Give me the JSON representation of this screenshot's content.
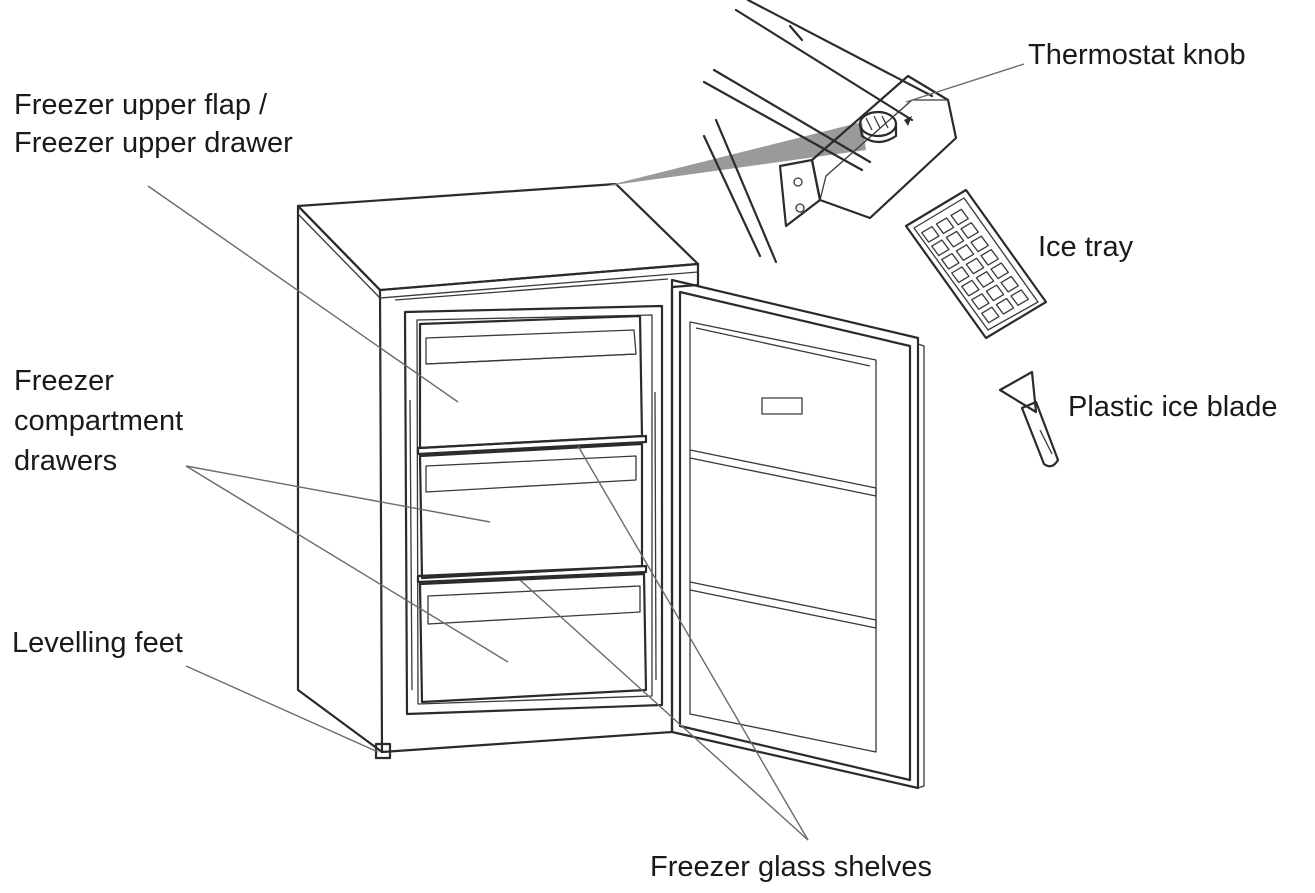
{
  "labels": {
    "thermostat_knob": "Thermostat knob",
    "upper_flap_line1": "Freezer upper flap /",
    "upper_flap_line2": "Freezer upper drawer",
    "ice_tray": "Ice tray",
    "plastic_ice_blade": "Plastic ice blade",
    "compartment_line1": "Freezer",
    "compartment_line2": "compartment",
    "compartment_line3": "drawers",
    "levelling_feet": "Levelling feet",
    "glass_shelves": "Freezer glass shelves"
  },
  "colors": {
    "outline": "#2b2b2b",
    "leader": "#6b6b6b",
    "zoom_wedge": "#9a9a9a"
  }
}
